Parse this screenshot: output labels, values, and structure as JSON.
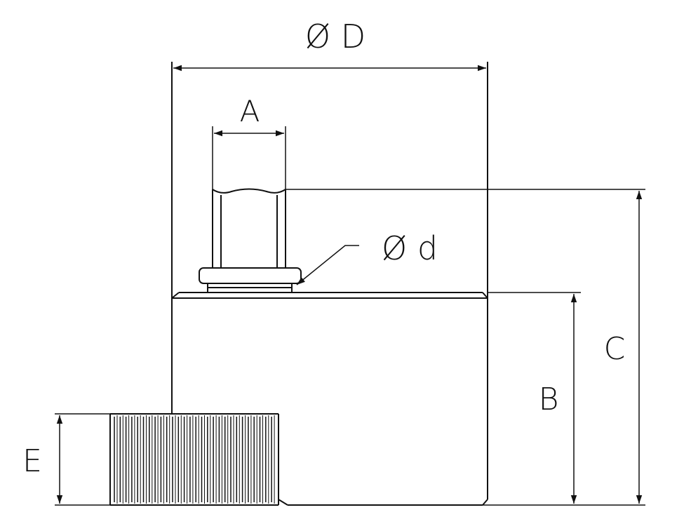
{
  "labels": {
    "outer_diameter": "Ø D",
    "hex_width": "A",
    "port_diameter": "Ø d",
    "total_height": "C",
    "body_height": "B",
    "thread_length": "E"
  },
  "colors": {
    "line": "#111111",
    "background": "#ffffff"
  }
}
